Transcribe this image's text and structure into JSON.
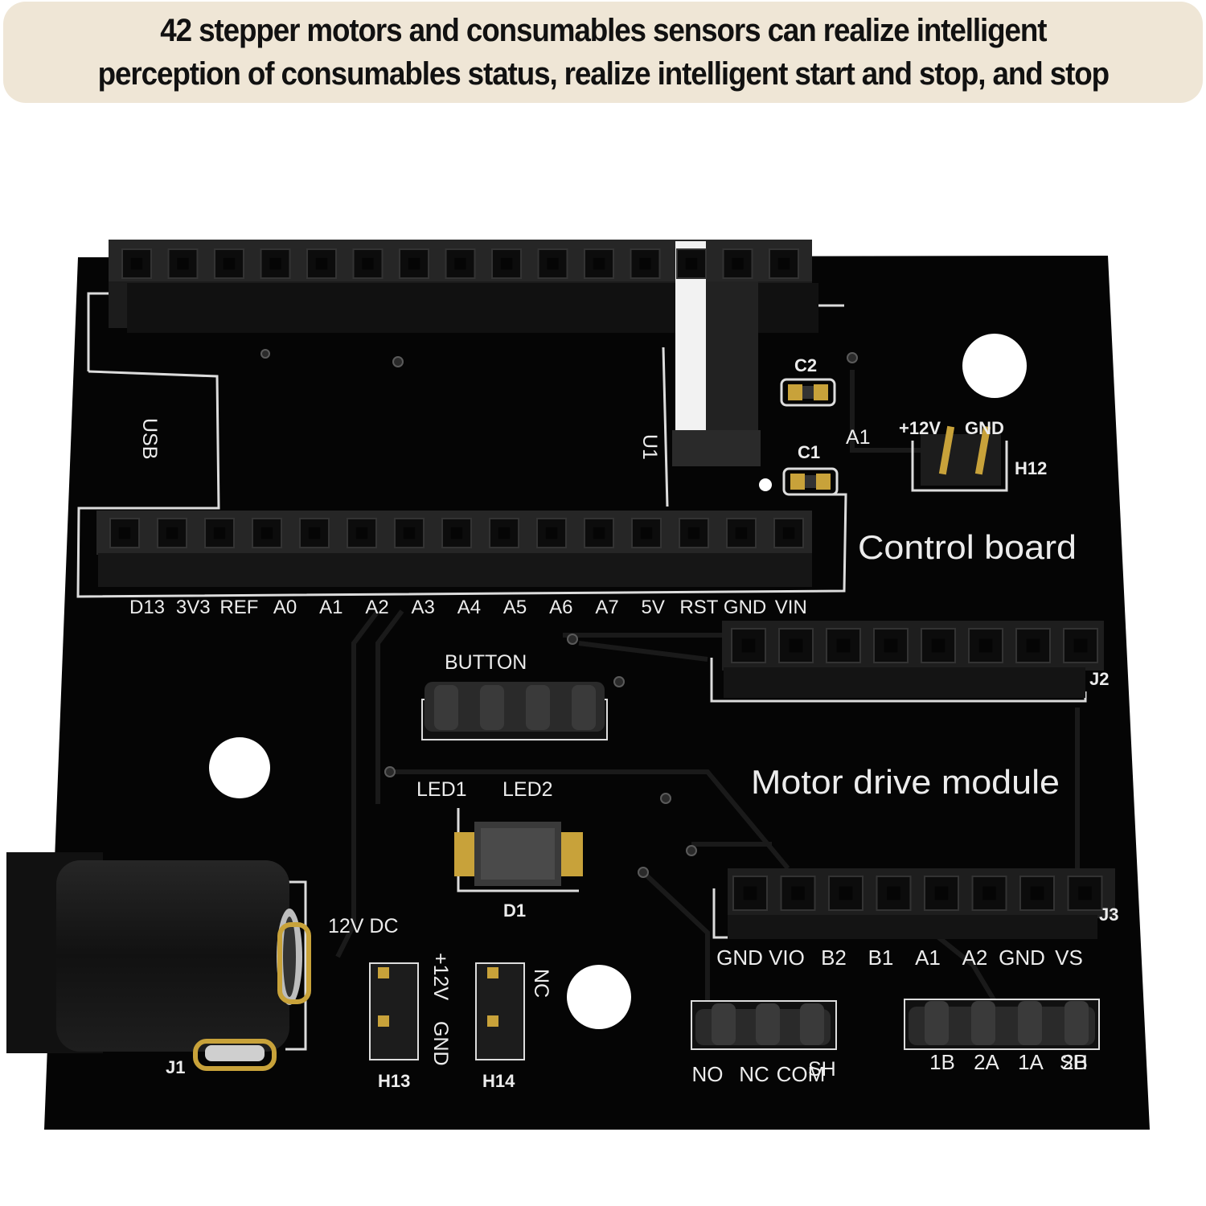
{
  "caption": {
    "line1": "42 stepper motors and consumables sensors can realize intelligent",
    "line2": "perception of consumables status, realize intelligent start and stop, and stop"
  },
  "board": {
    "title_control": "Control board",
    "title_motor": "Motor drive module",
    "header_top_labels": [
      "D13",
      "3V3",
      "REF",
      "A0",
      "A1",
      "A2",
      "A3",
      "A4",
      "A5",
      "A6",
      "A7",
      "5V",
      "RST",
      "GND",
      "VIN"
    ],
    "usb": "USB",
    "u1": "U1",
    "c2": "C2",
    "c1": "C1",
    "a1": "A1",
    "h12_plus": "+12V",
    "h12_gnd": "GND",
    "h12": "H12",
    "j2": "J2",
    "button": "BUTTON",
    "led1": "LED1",
    "led2": "LED2",
    "d1": "D1",
    "dc": "12V DC",
    "j1": "J1",
    "h13_plus": "+12V",
    "h13_gnd": "GND",
    "h13": "H13",
    "h14_nc": "NC",
    "h14": "H14",
    "j3_labels": [
      "GND",
      "VIO",
      "B2",
      "B1",
      "A1",
      "A2",
      "GND",
      "VS"
    ],
    "j3": "J3",
    "switch_labels": [
      "NO",
      "NC",
      "COM"
    ],
    "motor_labels": [
      "1B",
      "2A",
      "1A",
      "2B"
    ],
    "sh_left": "SH",
    "sh_right": "SH"
  },
  "colors": {
    "pcb": "#050505",
    "header": "#1c1c1c",
    "silkscreen": "#ececec",
    "gold": "#c8a23a",
    "banner": "#efe6d6"
  }
}
